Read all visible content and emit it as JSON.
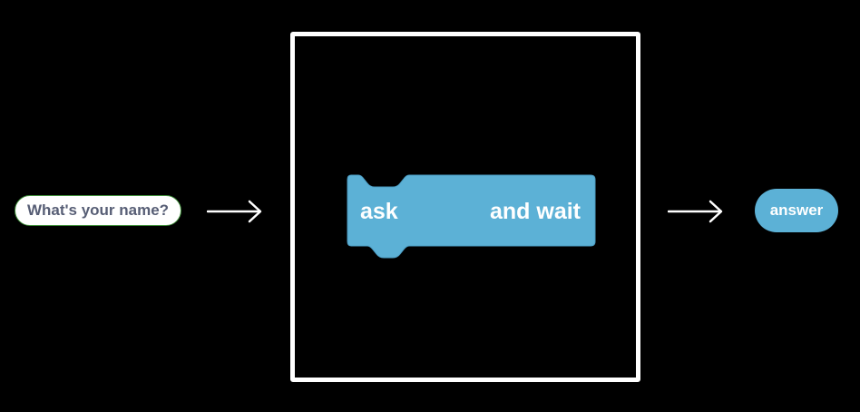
{
  "input": {
    "text": "What's your name?"
  },
  "block": {
    "label_left": "ask",
    "label_right": "and wait",
    "color": "#5cb1d6"
  },
  "output": {
    "label": "answer",
    "color": "#5cb1d6"
  },
  "icons": {
    "arrow_in": "arrow-right-icon",
    "arrow_out": "arrow-right-icon"
  },
  "colors": {
    "background": "#000000",
    "frame": "#ffffff",
    "input_border": "#3f8f3a",
    "input_text": "#575e75"
  }
}
